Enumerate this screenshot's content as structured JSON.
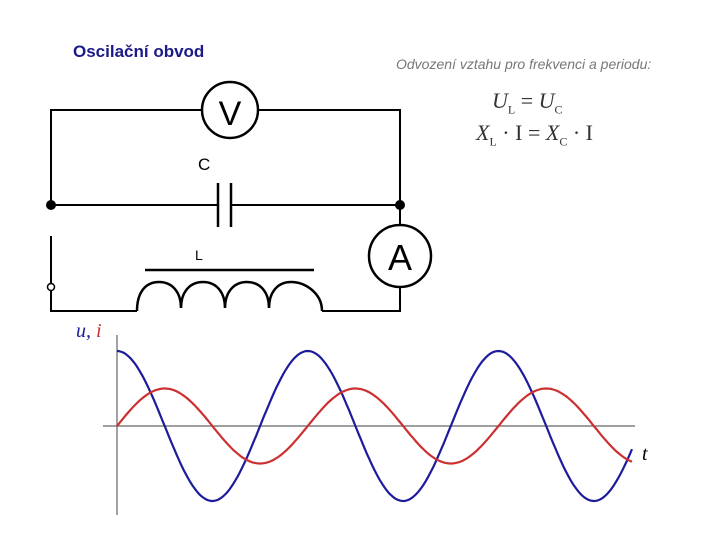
{
  "slide": {
    "title": "Oscilační obvod",
    "subtitle": "Odvození vztahu pro frekvenci a periodu:"
  },
  "equations": {
    "eq1": {
      "left": "U",
      "left_sub": "L",
      "op": " = ",
      "right": "U",
      "right_sub": "C"
    },
    "eq2": {
      "a": "X",
      "a_sub": "L",
      "b": " · I = ",
      "c": "X",
      "c_sub": "C",
      "d": " · I"
    }
  },
  "circuit": {
    "voltmeter_label": "V",
    "ammeter_label": "A",
    "capacitor_label": "C",
    "inductor_label": "L"
  },
  "graph": {
    "y_axis_label_u": "u",
    "y_axis_label_sep": ",",
    "y_axis_label_i": "i",
    "x_axis_label": "t",
    "colors": {
      "voltage": "#1c1c9c",
      "current": "#cc3030",
      "axis": "#666666"
    },
    "series": [
      {
        "label": "u",
        "color": "#1c1c9c",
        "amplitude": 1.0,
        "phase": "cos",
        "periods": 2.7
      },
      {
        "label": "i",
        "color": "#cc3030",
        "amplitude": 0.5,
        "phase": "sin",
        "periods": 2.7
      }
    ]
  }
}
